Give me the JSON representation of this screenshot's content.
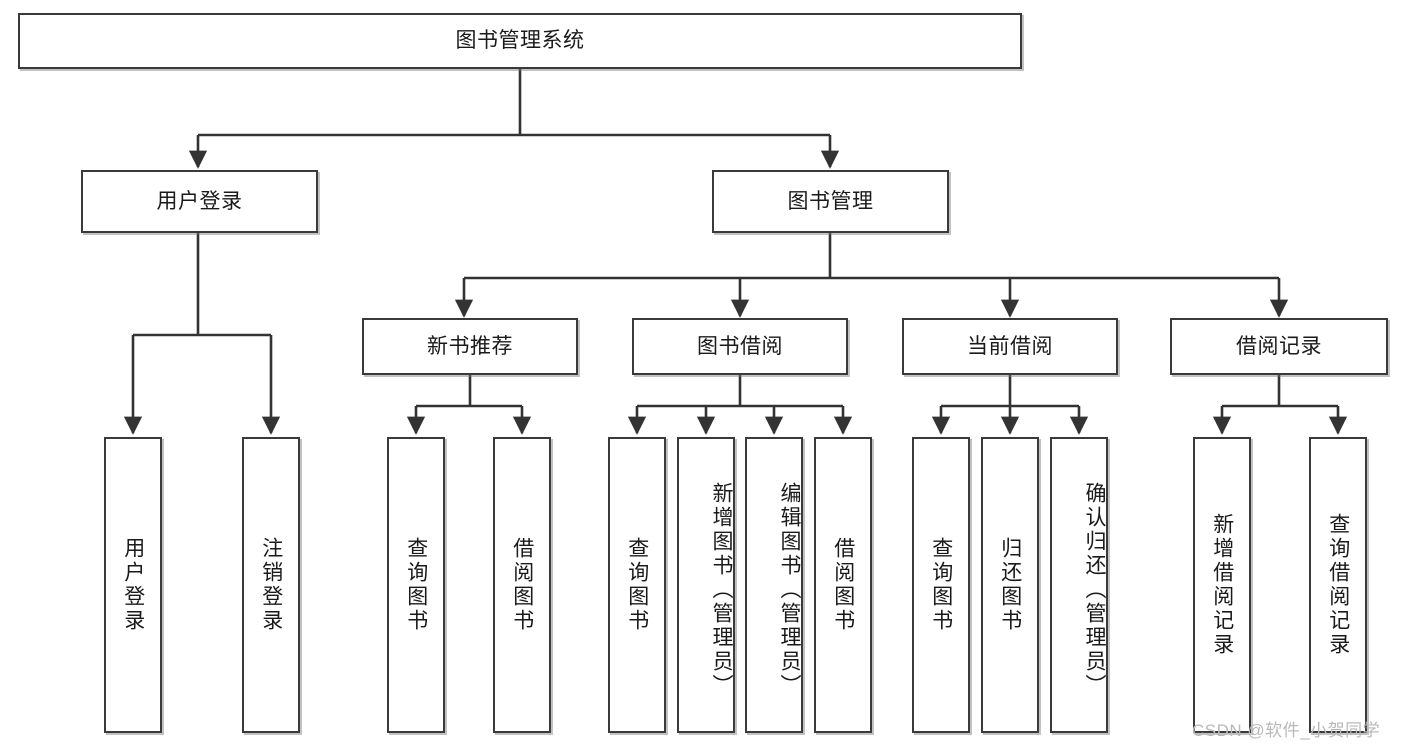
{
  "diagram": {
    "type": "hierarchy-tree",
    "title_node": {
      "label": "图书管理系统"
    },
    "level2": [
      {
        "label": "用户登录"
      },
      {
        "label": "图书管理"
      }
    ],
    "level3": [
      {
        "label": "新书推荐"
      },
      {
        "label": "图书借阅"
      },
      {
        "label": "当前借阅"
      },
      {
        "label": "借阅记录"
      }
    ],
    "leaves": {
      "user_login": [
        {
          "label": "用户登录"
        },
        {
          "label": "注销登录"
        }
      ],
      "new_book_recommend": [
        {
          "label": "查询图书"
        },
        {
          "label": "借阅图书"
        }
      ],
      "book_borrow": [
        {
          "label": "查询图书"
        },
        {
          "label": "新增图书（管理员）"
        },
        {
          "label": "编辑图书（管理员）"
        },
        {
          "label": "借阅图书"
        }
      ],
      "current_borrow": [
        {
          "label": "查询图书"
        },
        {
          "label": "归还图书"
        },
        {
          "label": "确认归还（管理员）"
        }
      ],
      "borrow_record": [
        {
          "label": "新增借阅记录"
        },
        {
          "label": "查询借阅记录"
        }
      ]
    }
  },
  "watermark": {
    "text": "CSDN @软件_小贺同学"
  },
  "colors": {
    "node_border": "#3a3a3a",
    "node_fill": "#ffffff",
    "edge": "#333333",
    "text": "#1a1a1a",
    "watermark": "#b9b9b9",
    "background": "#ffffff"
  }
}
